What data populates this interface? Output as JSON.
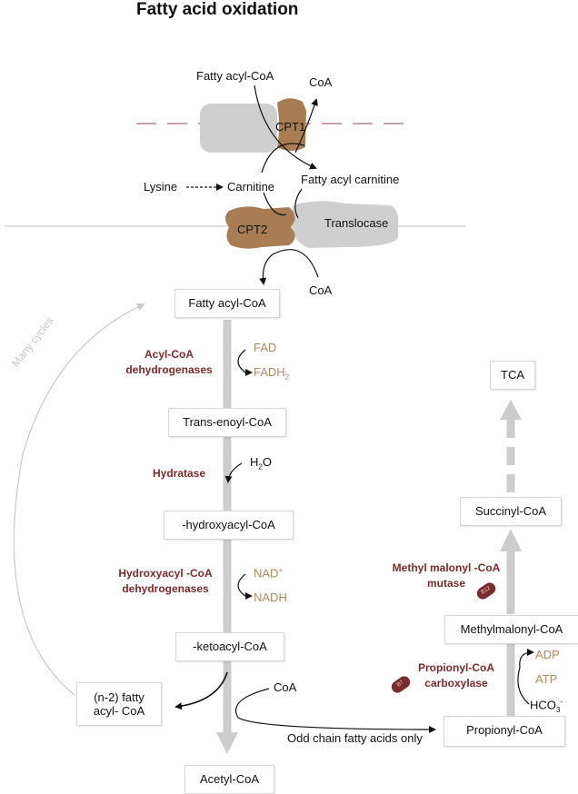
{
  "title": "Fatty acid oxidation",
  "membrane": {
    "outer_top": "Fatty acyl-CoA",
    "outer_coa": "CoA",
    "cpt1": "CPT1",
    "lysine": "Lysine",
    "carnitine": "Carnitine",
    "fatty_acyl_carnitine": "Fatty acyl carnitine",
    "cpt2": "CPT2",
    "translocase": "Translocase",
    "inner_coa": "CoA"
  },
  "beta_oxidation": {
    "fatty_acyl_coa": "Fatty acyl-CoA",
    "enzyme1": [
      "Acyl-CoA",
      "dehydrogenases"
    ],
    "fad": "FAD",
    "fadh_base": "FADH",
    "fadh_sub": "2",
    "trans_enoyl": "Trans-enoyl-CoA",
    "hydratase": "Hydratase",
    "h2o_h": "H",
    "h2o_sub": "2",
    "h2o_o": "O",
    "hydroxyacyl": "-hydroxyacyl-CoA",
    "enzyme3": [
      "Hydroxyacyl -CoA",
      "dehydrogenases"
    ],
    "nad_base": "NAD",
    "nad_sup": "+",
    "nadh": "NADH",
    "ketoacyl": "-ketoacyl-CoA",
    "coa": "CoA",
    "n2_fatty": [
      "(n-2) fatty",
      "acyl- CoA"
    ],
    "acetyl_coa": "Acetyl-CoA",
    "many_cycles": "Many cycles"
  },
  "odd_chain": {
    "label": "Odd chain fatty acids only",
    "propionyl": "Propionyl-CoA",
    "propionyl_carboxylase": [
      "Propionyl-CoA",
      "carboxylase"
    ],
    "b7": "B7",
    "adp": "ADP",
    "atp": "ATP",
    "hco3_base": "HCO",
    "hco3_sub": "3",
    "hco3_sup": "-",
    "methylmalonyl": "Methylmalonyl-CoA",
    "mutase": [
      "Methyl malonyl -CoA",
      "mutase"
    ],
    "b12": "B12",
    "succinyl": "Succinyl-CoA",
    "tca": "TCA"
  },
  "colors": {
    "enzyme": "#7b2b2b",
    "cofactor": "#b08a5e",
    "protein_brown": "#a87d54",
    "protein_gray": "#cfcfcf",
    "membrane_dash": "#c9a3a8",
    "pathway_arrow": "#cccccc"
  }
}
